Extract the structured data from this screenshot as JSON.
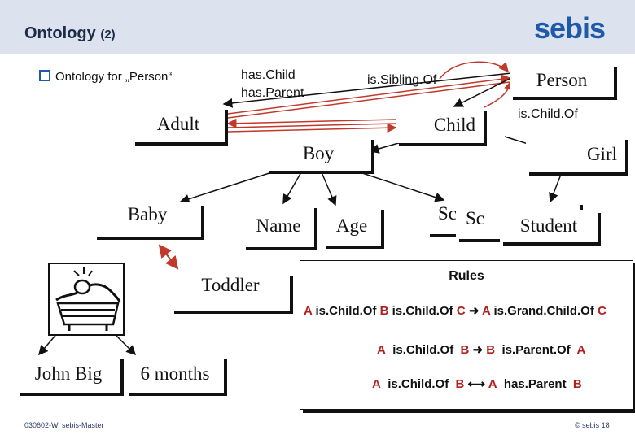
{
  "header": {
    "title": "Ontology",
    "title_suffix": "(2)",
    "logo": "sebis"
  },
  "bullet": "Ontology for „Person“",
  "relations": {
    "has_child": "has.Child",
    "has_parent": "has.Parent",
    "is_sibling_of": "is.Sibling.Of",
    "is_child_of": "is.Child.Of"
  },
  "nodes": {
    "person": "Person",
    "adult": "Adult",
    "child": "Child",
    "boy": "Boy",
    "girl": "Girl",
    "baby": "Baby",
    "name": "Name",
    "age": "Age",
    "sc_back": "Sc",
    "sc_mid": "Sc",
    "student": "Student",
    "toddler": "Toddler",
    "john_big": "John Big",
    "six_months": "6 months"
  },
  "rules": {
    "title": "Rules",
    "rule1": {
      "a": "A",
      "r1": "is.Child.Of",
      "b": "B",
      "r2": "is.Child.Of",
      "c": "C",
      "a2": "A",
      "r3": "is.Grand.Child.Of",
      "c2": "C"
    },
    "rule2": {
      "a": "A",
      "r1": "is.Child.Of",
      "b": "B",
      "b2": "B",
      "r2": "is.Parent.Of",
      "a2": "A"
    },
    "rule3": {
      "a": "A",
      "r1": "is.Child.Of",
      "b": "B",
      "a2": "A",
      "r2": "has.Parent",
      "b2": "B"
    }
  },
  "footer": {
    "left": "030602-Wi sebis-Master",
    "right": "© sebis 18"
  },
  "colors": {
    "accent": "#1f5aa8",
    "rule_var": "#b0221e",
    "link_red": "#c0392b",
    "band": "#dce3ee"
  }
}
